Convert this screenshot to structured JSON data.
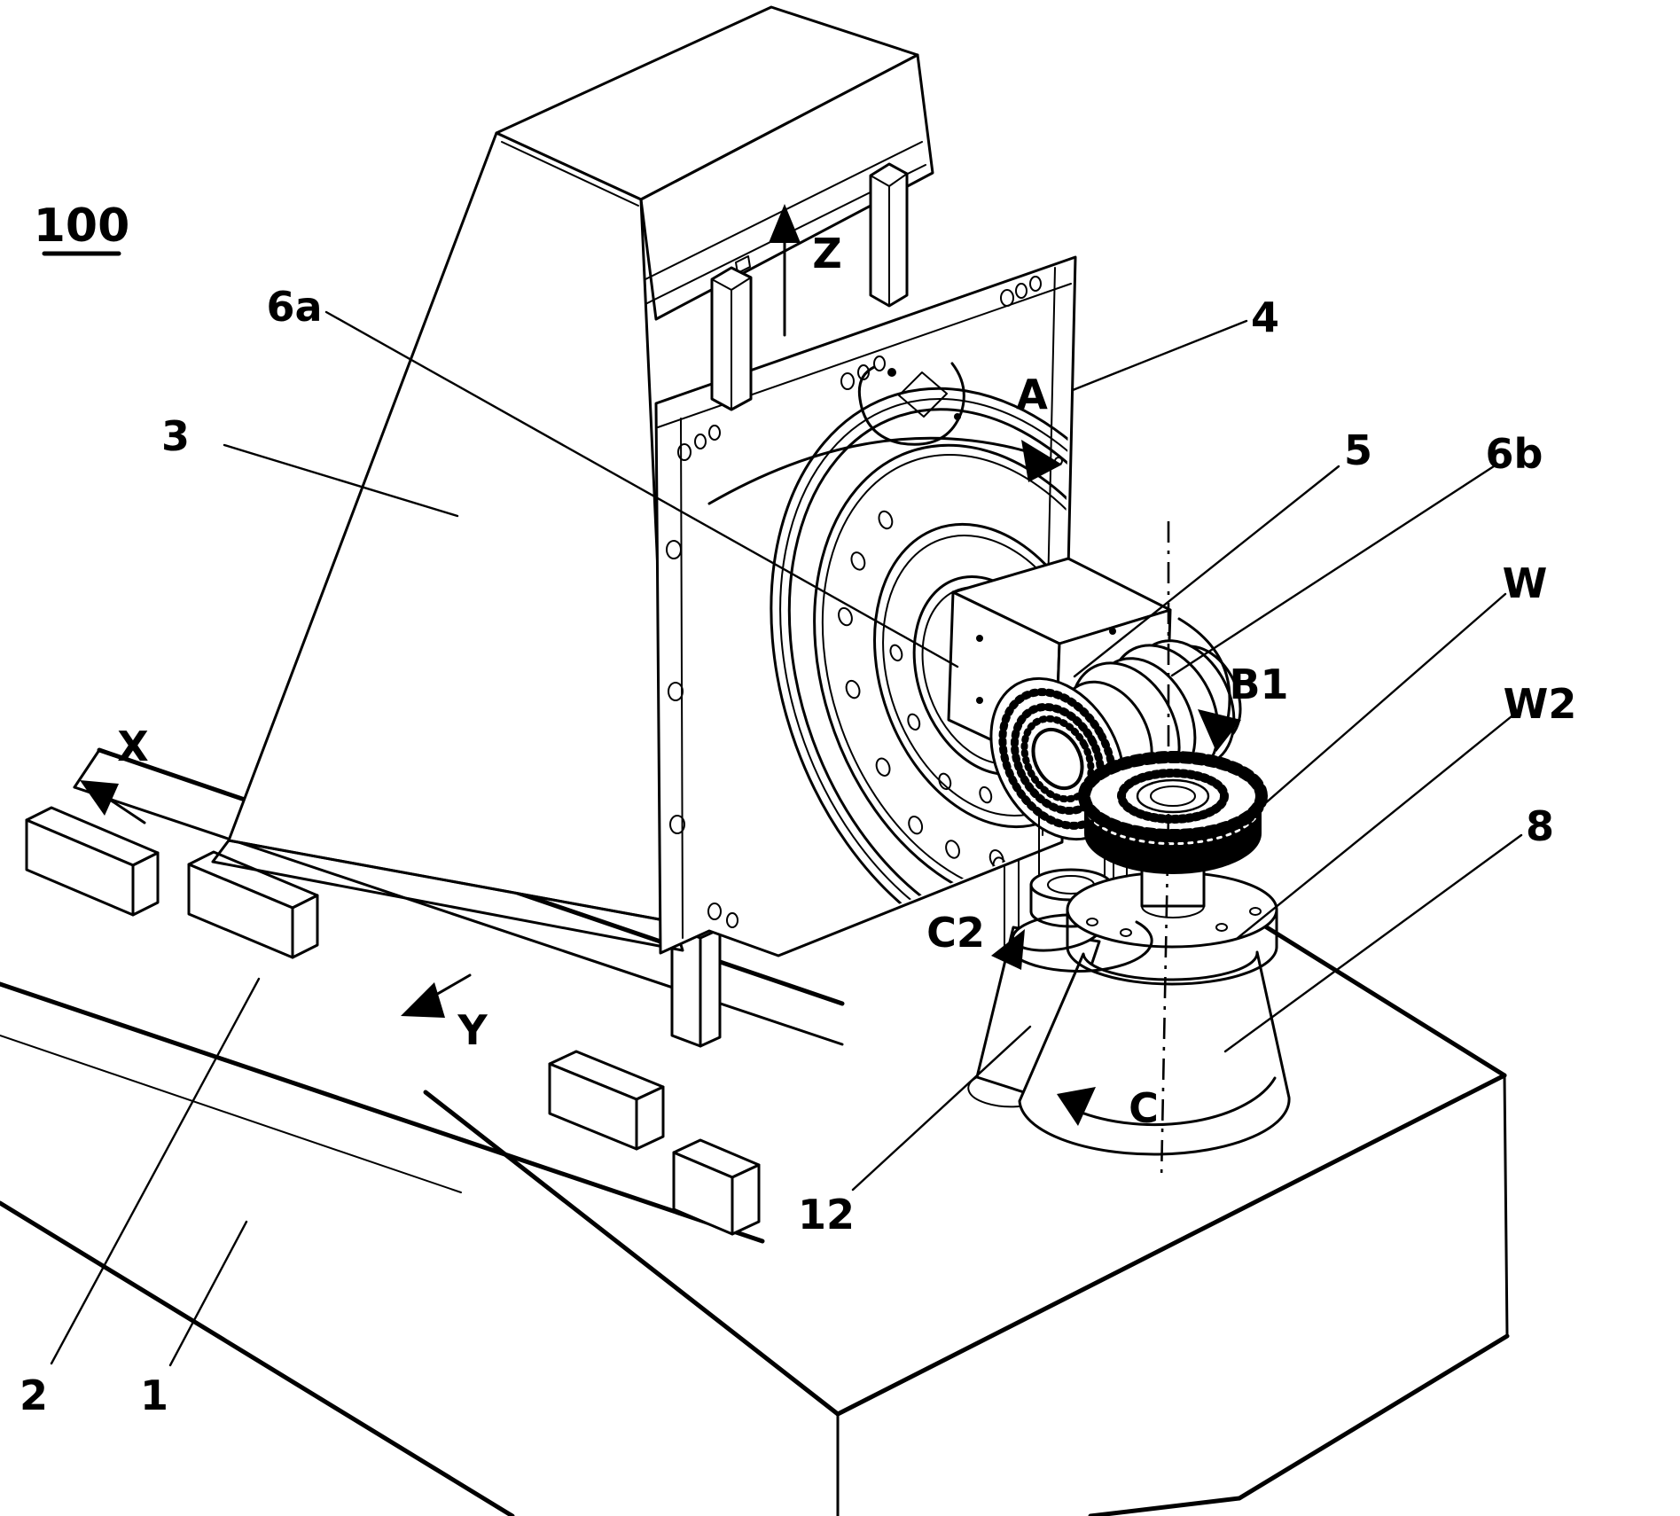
{
  "figure": {
    "type": "patent-line-drawing",
    "subject": "gear machining machine tool, isometric view",
    "background_color": "#ffffff",
    "line_color": "#000000",
    "figure_number": "100",
    "labels": {
      "machine": "100",
      "bed": "1",
      "slide": "2",
      "column": "3",
      "slide_plate": "4",
      "tool": "5",
      "axis_drive_a": "6a",
      "axis_drive_b": "6b",
      "workpiece_table_cone": "8",
      "counter_column": "12",
      "workpiece": "W",
      "workpiece_axis": "W2",
      "axis_x": "X",
      "axis_y": "Y",
      "axis_z": "Z",
      "axis_a": "A",
      "axis_b1": "B1",
      "axis_c": "C",
      "axis_c2": "C2"
    }
  }
}
